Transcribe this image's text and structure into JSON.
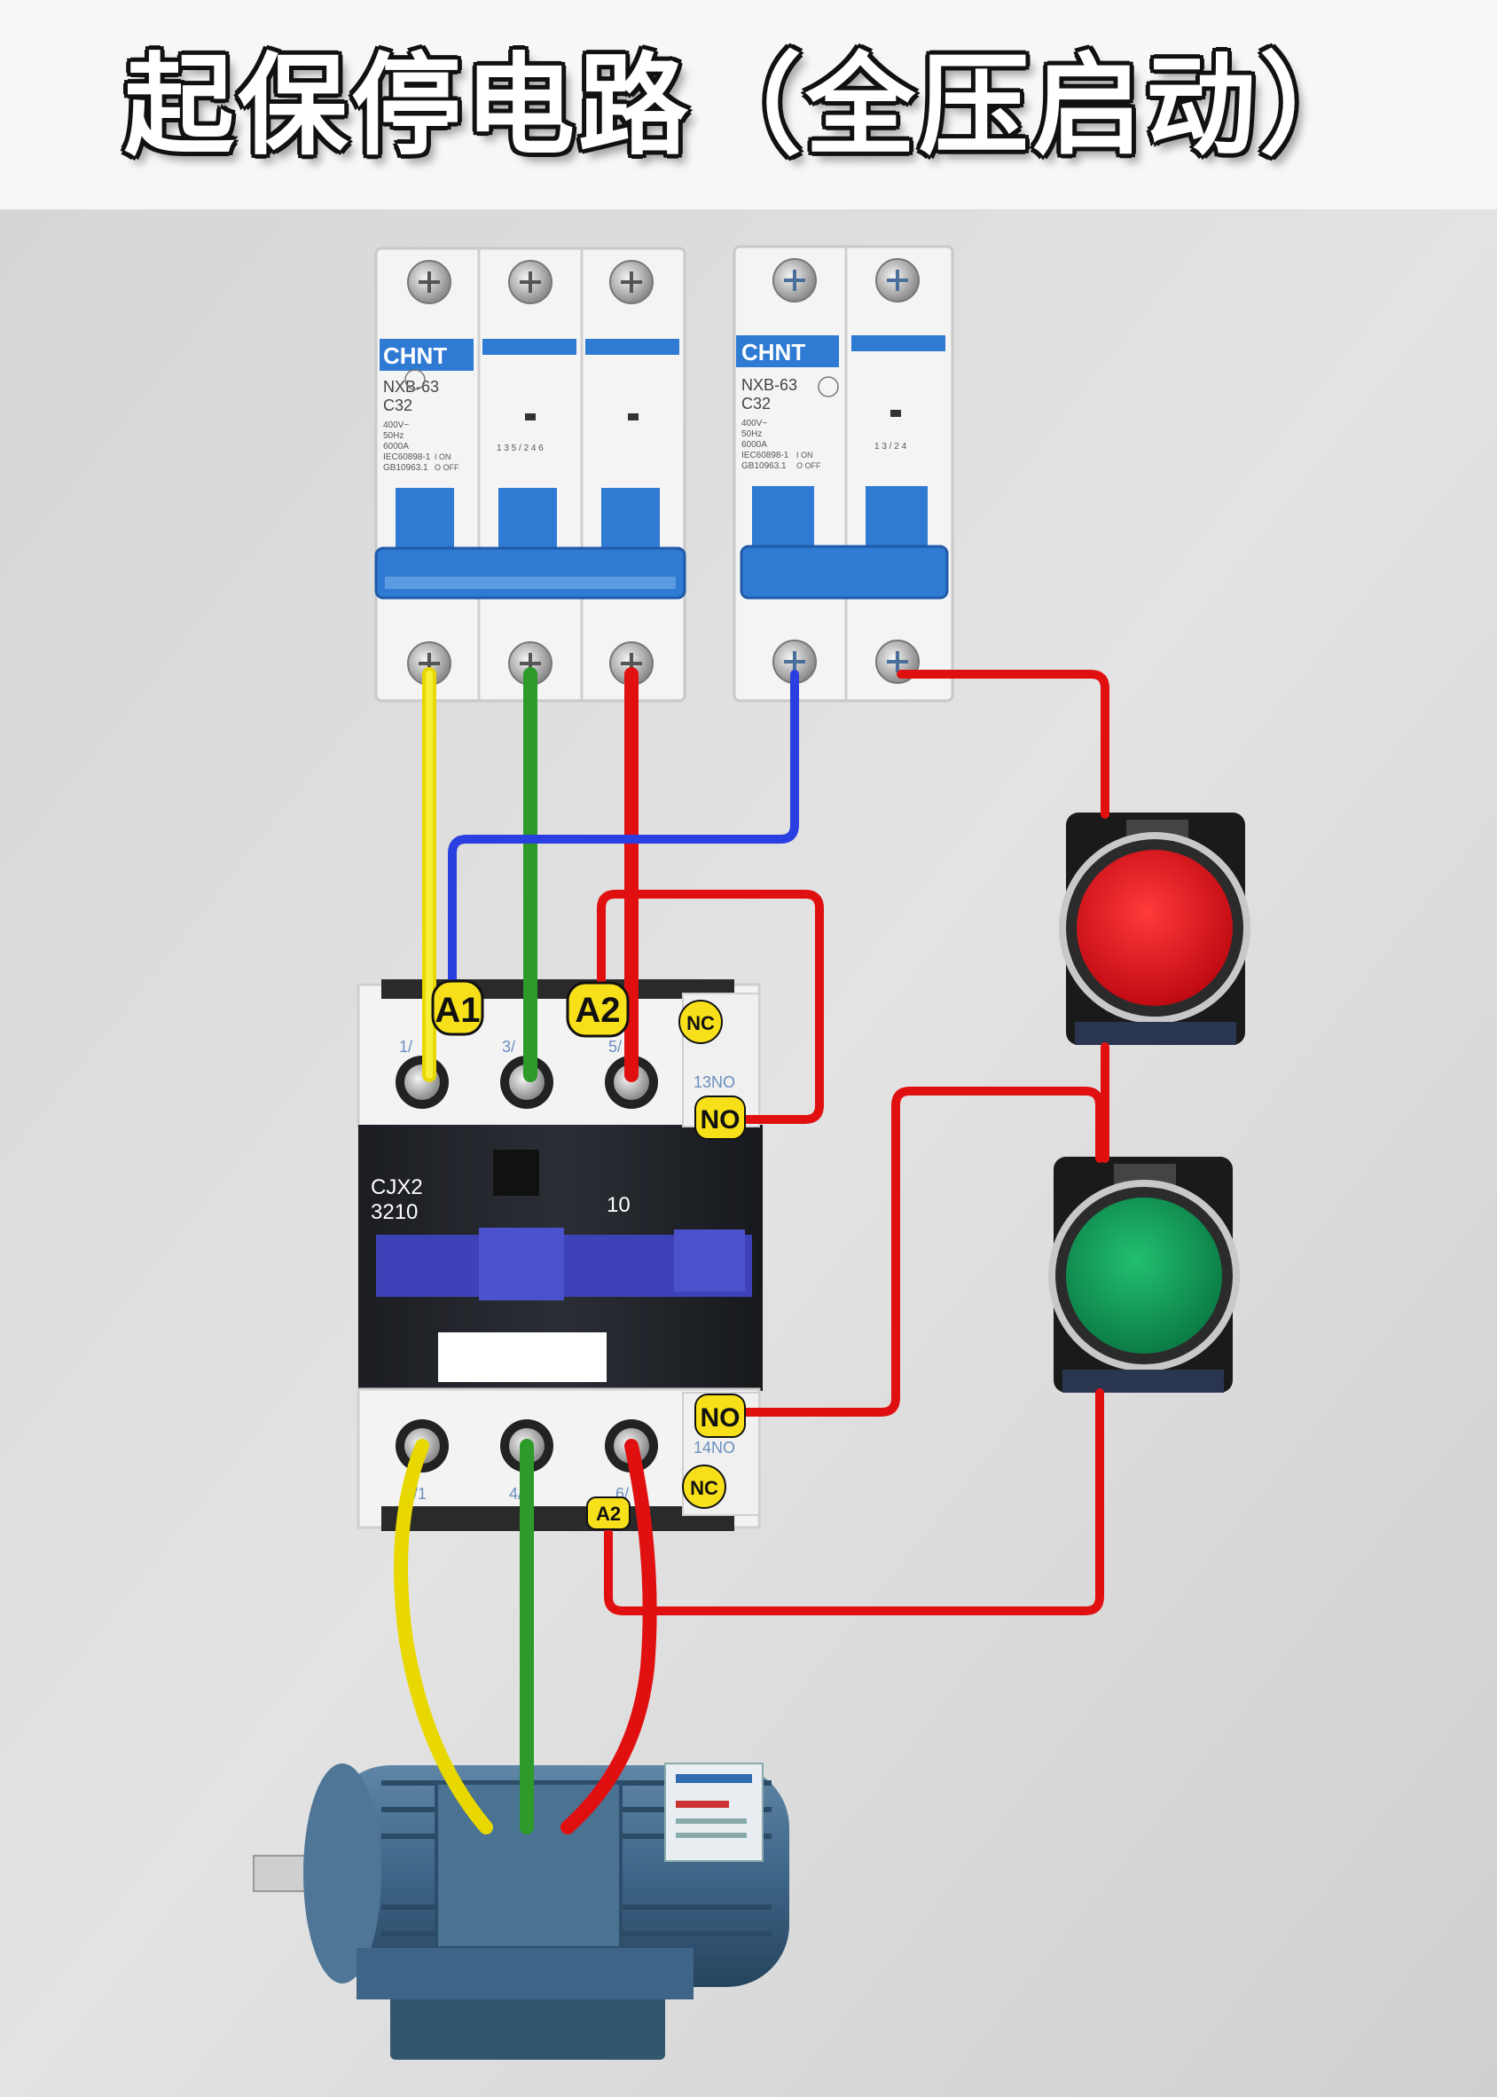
{
  "title": "起保停电路（全压启动）",
  "breaker3p": {
    "brand": "CHNT",
    "model": "NXB-63",
    "rating": "C32",
    "specs": [
      "400V~",
      "50Hz",
      "6000A",
      "IEC60898-1",
      "GB10963.1"
    ],
    "on_label": "I ON",
    "off_label": "O OFF",
    "pole_marks": "1 3 5 / 2 4 6"
  },
  "breaker2p": {
    "brand": "CHNT",
    "model": "NXB-63",
    "rating": "C32",
    "specs": [
      "400V~",
      "50Hz",
      "6000A",
      "IEC60898-1",
      "GB10963.1"
    ],
    "on_label": "I ON",
    "off_label": "O OFF",
    "pole_marks": "1 3 / 2 4"
  },
  "contactor": {
    "model": "CJX2",
    "model_code": "3210",
    "aux_code": "10",
    "top_terminals": [
      "1/",
      "3/",
      "5/"
    ],
    "bottom_terminals": [
      "2/1",
      "4/2",
      "6/"
    ],
    "coil_a1": "A1",
    "coil_a2": "A2",
    "coil_a2_bottom": "A2",
    "nc_top": "NC",
    "no_top_number": "13NO",
    "no_top": "NO",
    "no_bottom": "NO",
    "no_bottom_number": "14NO",
    "nc_bottom": "NC"
  },
  "buttons": {
    "stop_color": "#d8141c",
    "start_color": "#17a05a"
  },
  "wires": {
    "yellow": "#f2e30a",
    "green": "#2e9a2a",
    "red": "#e01010",
    "blue": "#2a3fe0"
  }
}
